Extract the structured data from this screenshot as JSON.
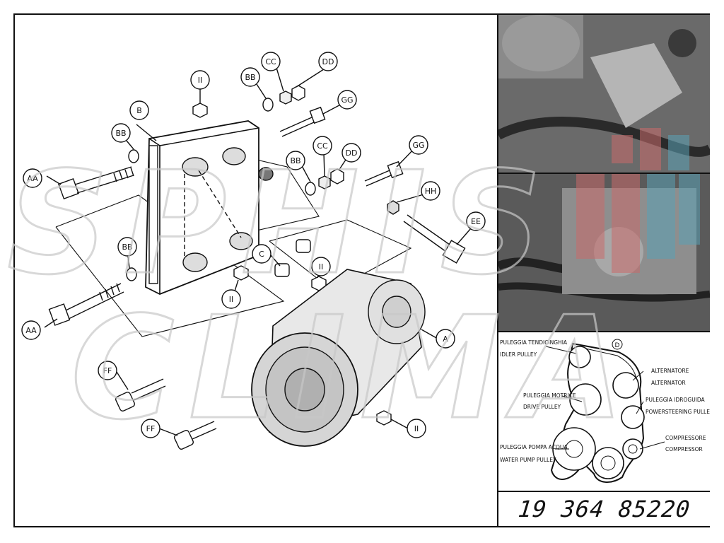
{
  "callouts": {
    "II": "II",
    "BB": "BB",
    "CC": "CC",
    "DD": "DD",
    "GG": "GG",
    "B": "B",
    "AA": "AA",
    "HH": "HH",
    "EE": "EE",
    "C": "C",
    "A": "A",
    "FF": "FF"
  },
  "belt_labels": {
    "idler_it": "PULEGGIA TENDICINGHIA",
    "idler_en": "IDLER PULLEY",
    "alternator_it": "ALTERNATORE",
    "alternator_en": "ALTERNATOR",
    "drive_it": "PULEGGIA MOTRICE",
    "drive_en": "DRIVE PULLEY",
    "power_it": "PULEGGIA IDROGUIDA",
    "power_en": "POWERSTEERING PULLEY",
    "compressor_it": "COMPRESSORE",
    "compressor_en": "COMPRESSOR",
    "water_it": "PULEGGIA POMPA ACQUA",
    "water_en": "WATER PUMP PULLEY",
    "belt_marker": "D"
  },
  "part_code": "19 364 85220",
  "watermark": {
    "line1": "SPHIS",
    "line2": "CLIMA"
  }
}
